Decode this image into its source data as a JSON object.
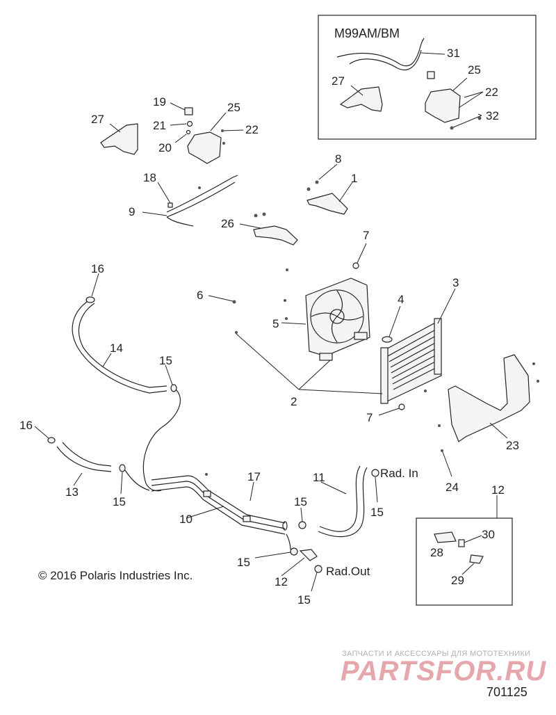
{
  "variant_box": {
    "label": "M99AM/BM"
  },
  "callouts": {
    "c1": "1",
    "c2": "2",
    "c3": "3",
    "c4": "4",
    "c5": "5",
    "c6": "6",
    "c7a": "7",
    "c7b": "7",
    "c8": "8",
    "c9": "9",
    "c10": "10",
    "c11": "11",
    "c12a": "12",
    "c12b": "12",
    "c13": "13",
    "c14": "14",
    "c15a": "15",
    "c15b": "15",
    "c15c": "15",
    "c15d": "15",
    "c15e": "15",
    "c15f": "15",
    "c16a": "16",
    "c16b": "16",
    "c17": "17",
    "c18": "18",
    "c19": "19",
    "c20": "20",
    "c21": "21",
    "c22a": "22",
    "c22b": "22",
    "c23": "23",
    "c24": "24",
    "c25a": "25",
    "c25b": "25",
    "c26": "26",
    "c27a": "27",
    "c27b": "27",
    "c28": "28",
    "c29": "29",
    "c30": "30",
    "c31": "31",
    "c32": "32"
  },
  "port_labels": {
    "rad_in": "Rad. In",
    "rad_out": "Rad.Out"
  },
  "copyright": "© 2016 Polaris Industries Inc.",
  "watermark": {
    "tagline": "ЗАПЧАСТИ И АКСЕССУАРЫ ДЛЯ МОТОТЕХНИКИ",
    "logo": "PARTSFOR.RU"
  },
  "reference_number": "701125"
}
